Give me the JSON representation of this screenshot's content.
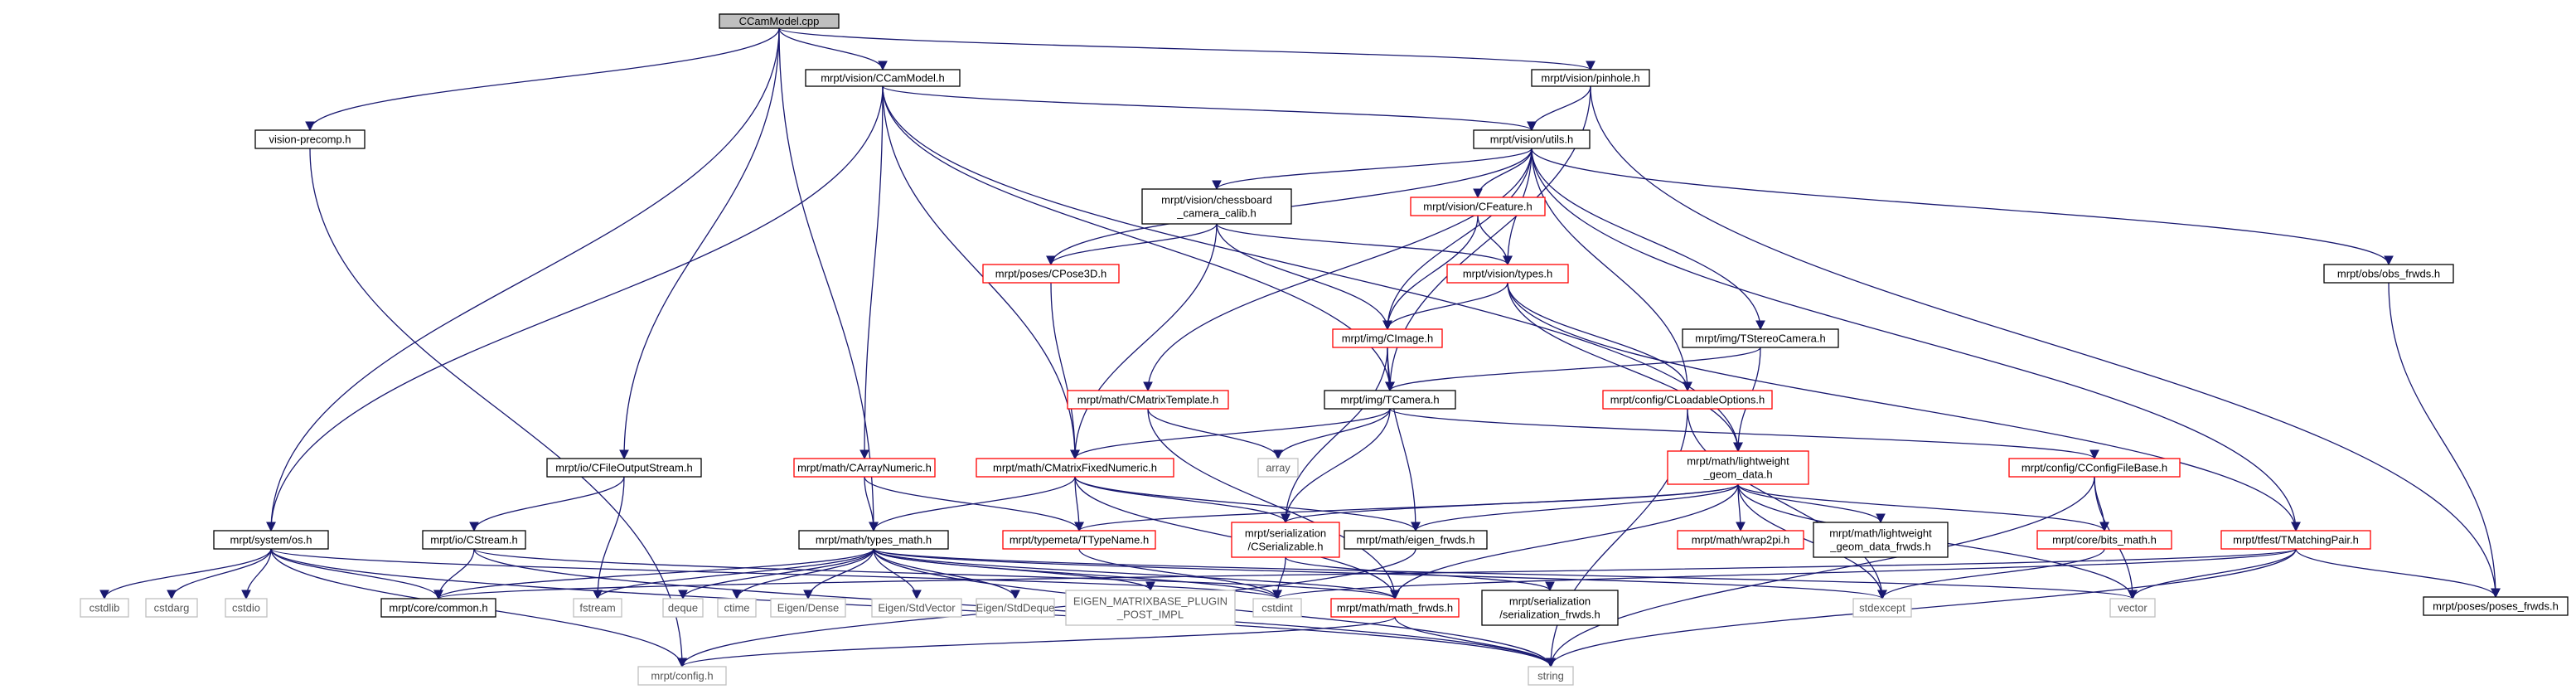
{
  "graph": {
    "root": "CCamModel.cpp",
    "nodes": [
      {
        "id": "root",
        "lines": [
          "CCamModel.cpp"
        ],
        "style": "root"
      },
      {
        "id": "ccammodel",
        "lines": [
          "mrpt/vision/CCamModel.h"
        ],
        "style": "black"
      },
      {
        "id": "pinhole",
        "lines": [
          "mrpt/vision/pinhole.h"
        ],
        "style": "black"
      },
      {
        "id": "precomp",
        "lines": [
          "vision-precomp.h"
        ],
        "style": "black"
      },
      {
        "id": "utils",
        "lines": [
          "mrpt/vision/utils.h"
        ],
        "style": "black"
      },
      {
        "id": "chessboard",
        "lines": [
          "mrpt/vision/chessboard",
          "_camera_calib.h"
        ],
        "style": "black"
      },
      {
        "id": "cfeature",
        "lines": [
          "mrpt/vision/CFeature.h"
        ],
        "style": "red"
      },
      {
        "id": "cpose3d",
        "lines": [
          "mrpt/poses/CPose3D.h"
        ],
        "style": "red"
      },
      {
        "id": "vtypes",
        "lines": [
          "mrpt/vision/types.h"
        ],
        "style": "red"
      },
      {
        "id": "obsfrwds",
        "lines": [
          "mrpt/obs/obs_frwds.h"
        ],
        "style": "black"
      },
      {
        "id": "cimage",
        "lines": [
          "mrpt/img/CImage.h"
        ],
        "style": "red"
      },
      {
        "id": "tstereo",
        "lines": [
          "mrpt/img/TStereoCamera.h"
        ],
        "style": "black"
      },
      {
        "id": "cmattempl",
        "lines": [
          "mrpt/math/CMatrixTemplate.h"
        ],
        "style": "red"
      },
      {
        "id": "tcamera",
        "lines": [
          "mrpt/img/TCamera.h"
        ],
        "style": "black"
      },
      {
        "id": "cloadable",
        "lines": [
          "mrpt/config/CLoadableOptions.h"
        ],
        "style": "red"
      },
      {
        "id": "array",
        "lines": [
          "array"
        ],
        "style": "ext"
      },
      {
        "id": "cfileout",
        "lines": [
          "mrpt/io/CFileOutputStream.h"
        ],
        "style": "black"
      },
      {
        "id": "carraynum",
        "lines": [
          "mrpt/math/CArrayNumeric.h"
        ],
        "style": "red"
      },
      {
        "id": "cmatfixed",
        "lines": [
          "mrpt/math/CMatrixFixedNumeric.h"
        ],
        "style": "red"
      },
      {
        "id": "lwgeom",
        "lines": [
          "mrpt/math/lightweight",
          "_geom_data.h"
        ],
        "style": "red"
      },
      {
        "id": "cconfigfb",
        "lines": [
          "mrpt/config/CConfigFileBase.h"
        ],
        "style": "red"
      },
      {
        "id": "sysos",
        "lines": [
          "mrpt/system/os.h"
        ],
        "style": "black"
      },
      {
        "id": "cstream",
        "lines": [
          "mrpt/io/CStream.h"
        ],
        "style": "black"
      },
      {
        "id": "typesmath",
        "lines": [
          "mrpt/math/types_math.h"
        ],
        "style": "black"
      },
      {
        "id": "ttypename",
        "lines": [
          "mrpt/typemeta/TTypeName.h"
        ],
        "style": "red"
      },
      {
        "id": "cserial",
        "lines": [
          "mrpt/serialization",
          "/CSerializable.h"
        ],
        "style": "red"
      },
      {
        "id": "eigenfrwds",
        "lines": [
          "mrpt/math/eigen_frwds.h"
        ],
        "style": "black"
      },
      {
        "id": "wrap2pi",
        "lines": [
          "mrpt/math/wrap2pi.h"
        ],
        "style": "red"
      },
      {
        "id": "lwfrwds",
        "lines": [
          "mrpt/math/lightweight",
          "_geom_data_frwds.h"
        ],
        "style": "black"
      },
      {
        "id": "bitsmath",
        "lines": [
          "mrpt/core/bits_math.h"
        ],
        "style": "red"
      },
      {
        "id": "tmatching",
        "lines": [
          "mrpt/tfest/TMatchingPair.h"
        ],
        "style": "red"
      },
      {
        "id": "posesfrwds",
        "lines": [
          "mrpt/poses/poses_frwds.h"
        ],
        "style": "black"
      },
      {
        "id": "cstdlib",
        "lines": [
          "cstdlib"
        ],
        "style": "ext"
      },
      {
        "id": "cstdarg",
        "lines": [
          "cstdarg"
        ],
        "style": "ext"
      },
      {
        "id": "cstdio",
        "lines": [
          "cstdio"
        ],
        "style": "ext"
      },
      {
        "id": "corecommon",
        "lines": [
          "mrpt/core/common.h"
        ],
        "style": "black"
      },
      {
        "id": "fstream",
        "lines": [
          "fstream"
        ],
        "style": "ext"
      },
      {
        "id": "deque",
        "lines": [
          "deque"
        ],
        "style": "ext"
      },
      {
        "id": "ctime",
        "lines": [
          "ctime"
        ],
        "style": "ext"
      },
      {
        "id": "eigendense",
        "lines": [
          "Eigen/Dense"
        ],
        "style": "ext"
      },
      {
        "id": "eigenstdvec",
        "lines": [
          "Eigen/StdVector"
        ],
        "style": "ext"
      },
      {
        "id": "eigenstddeq",
        "lines": [
          "Eigen/StdDeque"
        ],
        "style": "ext"
      },
      {
        "id": "eigenplugin",
        "lines": [
          "EIGEN_MATRIXBASE_PLUGIN",
          "_POST_IMPL"
        ],
        "style": "ext"
      },
      {
        "id": "cstdint",
        "lines": [
          "cstdint"
        ],
        "style": "ext"
      },
      {
        "id": "mathfrwds",
        "lines": [
          "mrpt/math/math_frwds.h"
        ],
        "style": "red"
      },
      {
        "id": "serialfrwds",
        "lines": [
          "mrpt/serialization",
          "/serialization_frwds.h"
        ],
        "style": "black"
      },
      {
        "id": "stdexcept",
        "lines": [
          "stdexcept"
        ],
        "style": "ext"
      },
      {
        "id": "vector",
        "lines": [
          "vector"
        ],
        "style": "ext"
      },
      {
        "id": "config",
        "lines": [
          "mrpt/config.h"
        ],
        "style": "ext"
      },
      {
        "id": "string",
        "lines": [
          "string"
        ],
        "style": "ext"
      }
    ]
  },
  "colors": {
    "edge": "#191970",
    "root_fill": "#bfbfbf",
    "black_border": "#000000",
    "red_border": "#ff0000",
    "ext_border": "#bfbfbf"
  }
}
